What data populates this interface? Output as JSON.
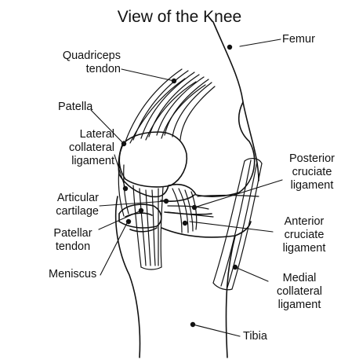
{
  "title": "View of the Knee",
  "labels": {
    "quadriceps_tendon": [
      "Quadriceps",
      "tendon"
    ],
    "patella": [
      "Patella"
    ],
    "lateral_collateral_ligament": [
      "Lateral",
      "collateral",
      "ligament"
    ],
    "articular_cartilage": [
      "Articular",
      "cartilage"
    ],
    "patellar_tendon": [
      "Patellar",
      "tendon"
    ],
    "meniscus": [
      "Meniscus"
    ],
    "femur": [
      "Femur"
    ],
    "posterior_cruciate_ligament": [
      "Posterior",
      "cruciate",
      "ligament"
    ],
    "anterior_cruciate_ligament": [
      "Anterior",
      "cruciate",
      "ligament"
    ],
    "medial_collateral_ligament": [
      "Medial",
      "collateral",
      "ligament"
    ],
    "tibia": [
      "Tibia"
    ]
  }
}
